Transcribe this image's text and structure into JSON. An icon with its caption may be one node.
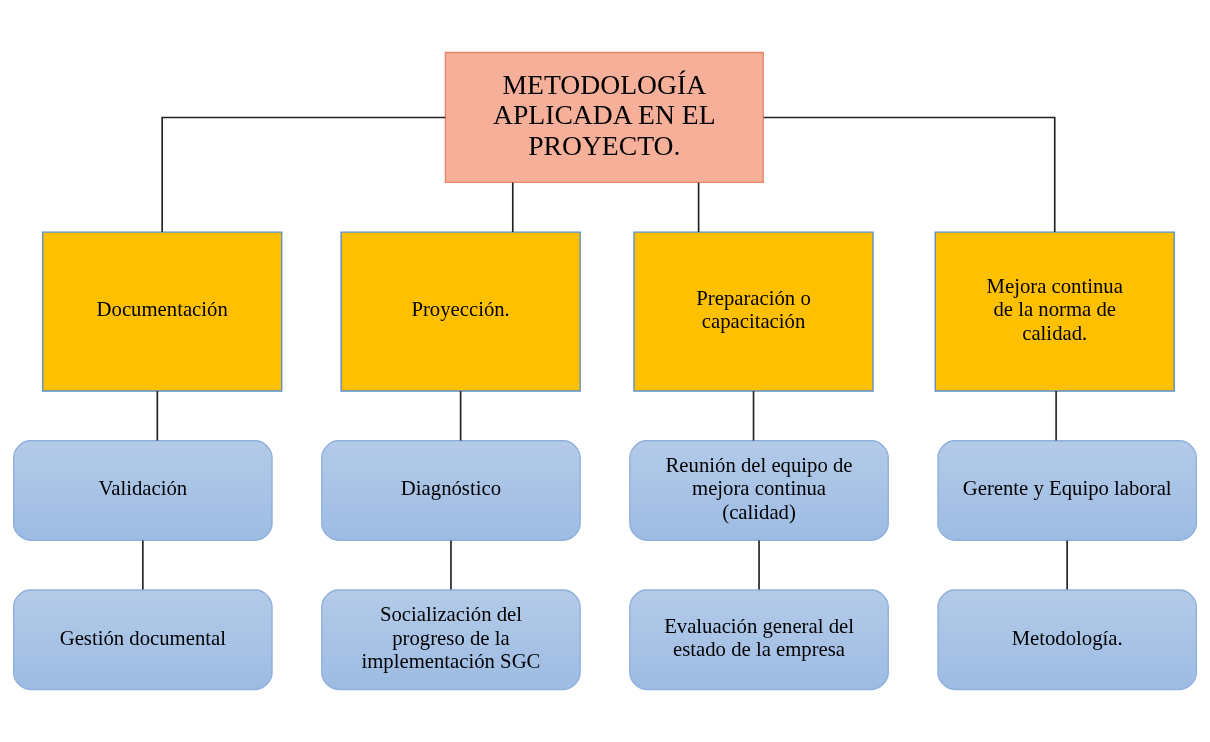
{
  "diagram": {
    "nodes": [
      {
        "text": [
          "METODOLOGÍA APLICADA EN EL PROYECTO."
        ]
      },
      {
        "text": [
          "Documentación"
        ]
      },
      {
        "text": [
          "Proyección."
        ]
      },
      {
        "text": [
          "Preparación o capacitación"
        ]
      },
      {
        "text": [
          "Mejora continua de la norma de calidad."
        ]
      },
      {
        "text": [
          "Validación"
        ]
      },
      {
        "text": [
          "Gestión documental"
        ]
      },
      {
        "text": [
          "Diagnóstico"
        ]
      },
      {
        "text": [
          "Socialización del progreso de la implementación SGC"
        ]
      },
      {
        "text": [
          "Reunión del equipo de mejora continua (calidad)"
        ]
      },
      {
        "text": [
          "Evaluación general del estado de la empresa"
        ]
      },
      {
        "text": [
          "Gerente y Equipo laboral"
        ]
      },
      {
        "text": [
          "Metodología."
        ]
      }
    ],
    "edges": [
      {
        "from": 0,
        "to": 1,
        "arrow": "none"
      },
      {
        "from": 0,
        "to": 2,
        "arrow": "none"
      },
      {
        "from": 0,
        "to": 3,
        "arrow": "none"
      },
      {
        "from": 0,
        "to": 4,
        "arrow": "none"
      },
      {
        "from": 1,
        "to": 5,
        "arrow": "none"
      },
      {
        "from": 5,
        "to": 6,
        "arrow": "none"
      },
      {
        "from": 2,
        "to": 7,
        "arrow": "none"
      },
      {
        "from": 7,
        "to": 8,
        "arrow": "none"
      },
      {
        "from": 3,
        "to": 9,
        "arrow": "none"
      },
      {
        "from": 9,
        "to": 10,
        "arrow": "none"
      },
      {
        "from": 4,
        "to": 11,
        "arrow": "none"
      },
      {
        "from": 11,
        "to": 12,
        "arrow": "none"
      }
    ]
  }
}
